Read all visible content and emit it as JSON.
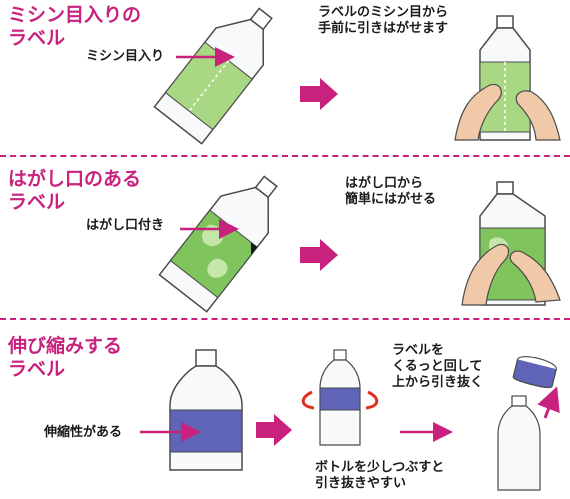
{
  "colors": {
    "accent": "#c8227e",
    "label_green": "#9fd27a",
    "label_green_dark": "#6fb84e",
    "band_blue": "#5f64b8",
    "bottle_outline": "#4a4a4a"
  },
  "sections": [
    {
      "title_lines": [
        "ミシン目入りの",
        "ラベル"
      ],
      "callout": "ミシン目入り",
      "result_lines": [
        "ラベルのミシン目から",
        "手前に引きはがせます"
      ]
    },
    {
      "title_lines": [
        "はがし口のある",
        "ラベル"
      ],
      "callout": "はがし口付き",
      "result_lines": [
        "はがし口から",
        "簡単にはがせる"
      ]
    },
    {
      "title_lines": [
        "伸び縮みする",
        "ラベル"
      ],
      "callout": "伸縮性がある",
      "middle_lines": [
        "ボトルを少しつぶすと",
        "引き抜きやすい"
      ],
      "result_lines": [
        "ラベルを",
        "くるっと回して",
        "上から引き抜く"
      ]
    }
  ]
}
